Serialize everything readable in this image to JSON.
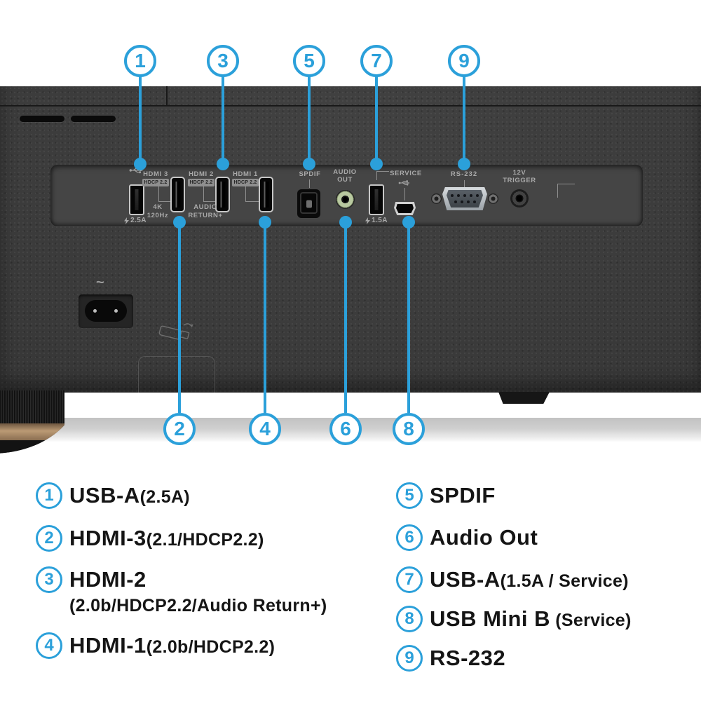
{
  "callouts": {
    "top": [
      {
        "num": "1"
      },
      {
        "num": "3"
      },
      {
        "num": "5"
      },
      {
        "num": "7"
      },
      {
        "num": "9"
      }
    ],
    "bottom": [
      {
        "num": "2"
      },
      {
        "num": "4"
      },
      {
        "num": "6"
      },
      {
        "num": "8"
      }
    ]
  },
  "panel": {
    "hdmi3_label": "HDMI 3",
    "hdmi2_label": "HDMI 2",
    "hdmi1_label": "HDMI 1",
    "hdcp_badge": "HDCP 2.2",
    "usb1_power": "2.5A",
    "fourk_line1": "4K",
    "fourk_line2": "120Hz",
    "audio_return_line1": "AUDIO",
    "audio_return_line2": "RETURN+",
    "spdif_label": "SPDIF",
    "audio_out_line1": "AUDIO",
    "audio_out_line2": "OUT",
    "service_label": "SERVICE",
    "usb2_power": "1.5A",
    "rs232_label": "RS-232",
    "trigger_line1": "12V",
    "trigger_line2": "TRIGGER",
    "ac_symbol": "~"
  },
  "legend": {
    "left": [
      {
        "num": "1",
        "name": "USB-A",
        "detail": "(2.5A)"
      },
      {
        "num": "2",
        "name": "HDMI-3",
        "detail": "(2.1/HDCP2.2)"
      },
      {
        "num": "3",
        "name": "HDMI-2",
        "detail2": "(2.0b/HDCP2.2/Audio Return+)"
      },
      {
        "num": "4",
        "name": "HDMI-1",
        "detail": "(2.0b/HDCP2.2)"
      }
    ],
    "right": [
      {
        "num": "5",
        "name": "SPDIF"
      },
      {
        "num": "6",
        "name": "Audio Out"
      },
      {
        "num": "7",
        "name": "USB-A",
        "detail": "(1.5A / Service)"
      },
      {
        "num": "8",
        "name": "USB Mini B",
        "detail": " (Service)"
      },
      {
        "num": "9",
        "name": "RS-232"
      }
    ]
  },
  "colors": {
    "accent_blue": "#2ba0da",
    "audio_jack_green": "#b9c9a0",
    "gold_band": "#bb9a74",
    "body_dark": "#393939"
  }
}
